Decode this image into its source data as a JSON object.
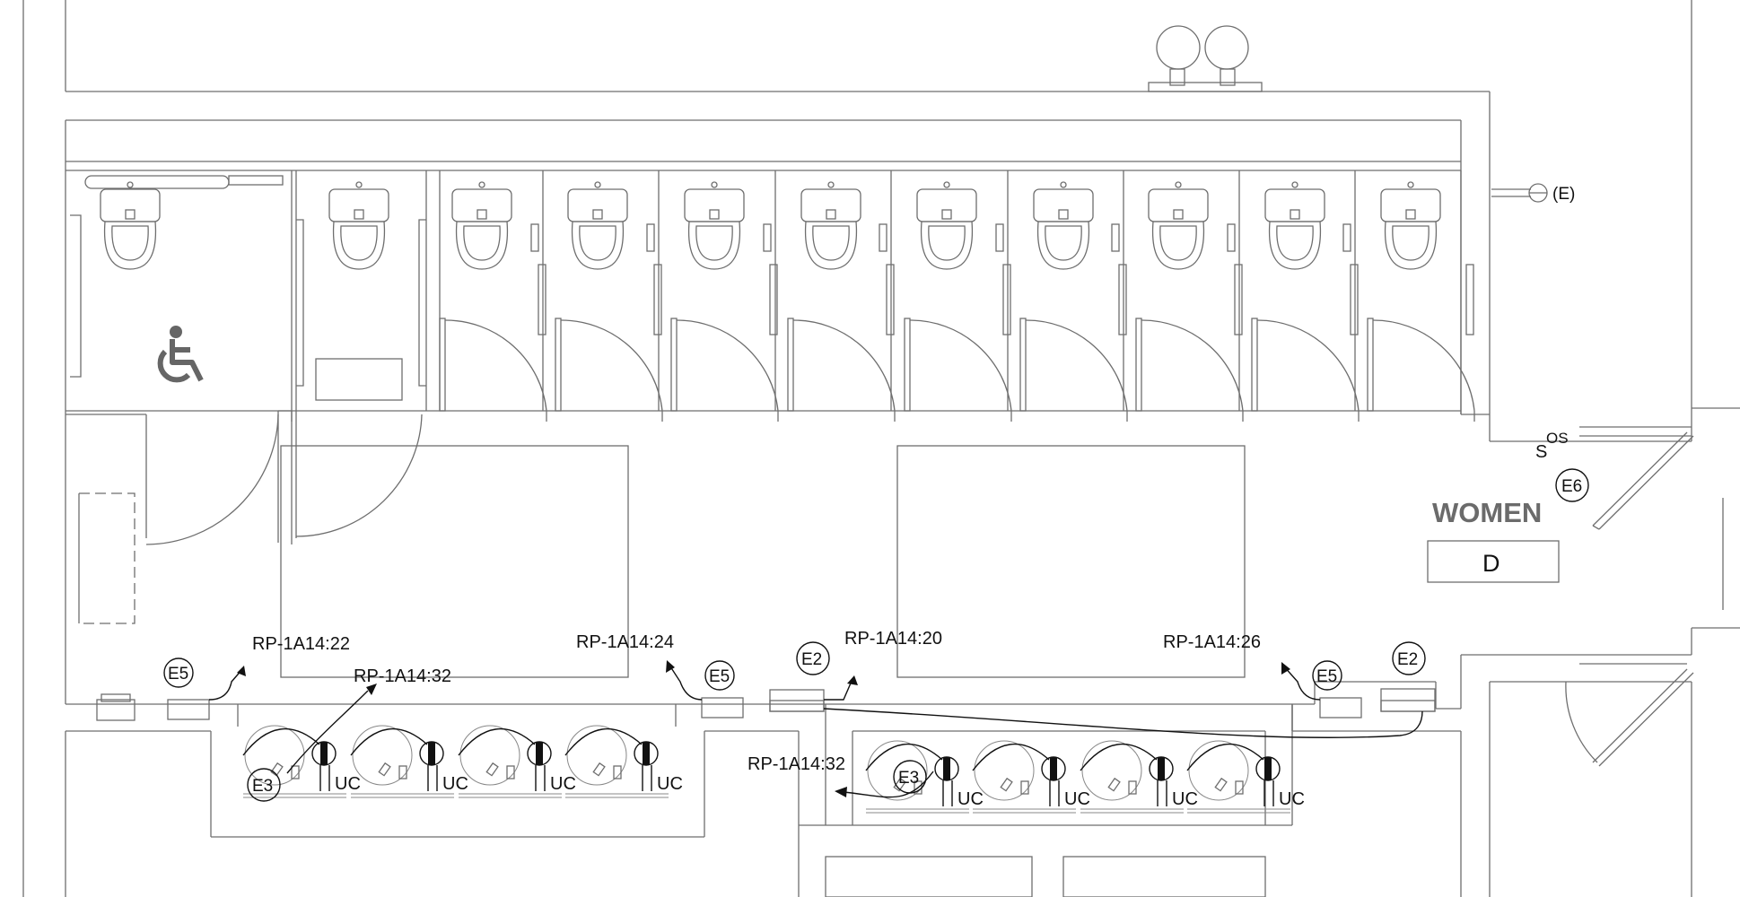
{
  "room": {
    "name": "WOMEN",
    "code": "D"
  },
  "fixture_marks": {
    "emergency_ext": "(E)",
    "occupancy_sensor": "OS",
    "switch": "S"
  },
  "tags": {
    "e2": "E2",
    "e3": "E3",
    "e5": "E5",
    "e6": "E6"
  },
  "circuits": {
    "c22": "RP-1A14:22",
    "c32": "RP-1A14:32",
    "c24": "RP-1A14:24",
    "c20": "RP-1A14:20",
    "c26": "RP-1A14:26"
  },
  "fixture_label": "UC",
  "colors": {
    "wall": "#6e6e6e",
    "wiring": "#111111",
    "accessibility_symbol": "#666666"
  },
  "icons": [
    "wheelchair-accessibility-icon",
    "toilet-icon",
    "door-swing-icon",
    "urinal-icon"
  ]
}
